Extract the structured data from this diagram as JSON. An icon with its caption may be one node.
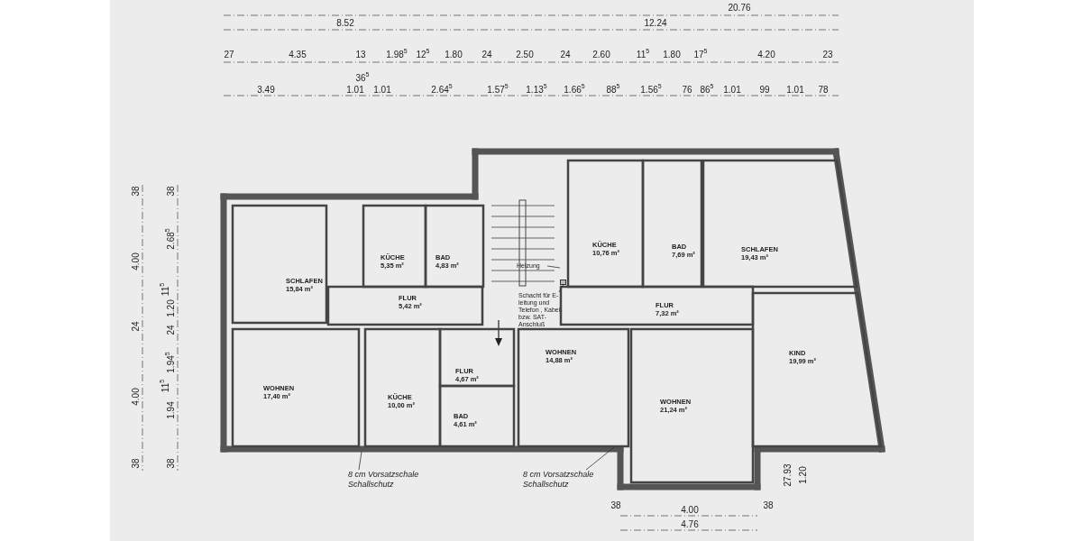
{
  "diagram": {
    "nodes": [
      {
        "text": [
          "SCHLAFEN",
          "15,84 m²"
        ]
      },
      {
        "text": [
          "KÜCHE",
          "5,35 m²"
        ]
      },
      {
        "text": [
          "BAD",
          "4,83 m²"
        ]
      },
      {
        "text": [
          "FLUR",
          "5,42 m²"
        ]
      },
      {
        "text": [
          "WOHNEN",
          "17,40 m²"
        ]
      },
      {
        "text": [
          "KÜCHE",
          "10,00 m²"
        ]
      },
      {
        "text": [
          "FLUR",
          "4,67 m²"
        ]
      },
      {
        "text": [
          "BAD",
          "4,61 m²"
        ]
      },
      {
        "text": [
          "Heizung"
        ]
      },
      {
        "text": [
          "Schacht für E-leitung und Telefon , Kabel- bzw. SAT-Anschluß"
        ]
      },
      {
        "text": [
          "KÜCHE",
          "10,76 m²"
        ]
      },
      {
        "text": [
          "BAD",
          "7,69 m²"
        ]
      },
      {
        "text": [
          "SCHLAFEN",
          "19,43 m²"
        ]
      },
      {
        "text": [
          "FLUR",
          "7,32 m²"
        ]
      },
      {
        "text": [
          "WOHNEN",
          "14,88 m²"
        ]
      },
      {
        "text": [
          "WOHNEN",
          "21,24 m²"
        ]
      },
      {
        "text": [
          "KIND",
          "19,99 m²"
        ]
      },
      {
        "text": [
          "8 cm Vorsatzschale Schallschutz"
        ]
      },
      {
        "text": [
          "8 cm Vorsatzschale Schallschutz"
        ]
      },
      {
        "text": [],
        "shape": "box"
      }
    ],
    "edges": [
      {
        "from": 8,
        "to": null,
        "arrow": "none"
      },
      {
        "from": 9,
        "to": 19,
        "arrow": "none"
      },
      {
        "from": 17,
        "to": null,
        "arrow": "none"
      },
      {
        "from": 18,
        "to": 14,
        "arrow": "none"
      }
    ],
    "labels": [
      "20.76",
      "8.52",
      "12.24",
      "27",
      "4.35",
      "13",
      "1.98$^{5}$",
      "12$^{5}$",
      "1.80",
      "24",
      "2.50",
      "24",
      "2.60",
      "11$^{5}$",
      "1.80",
      "17$^{5}$",
      "4.20",
      "23",
      "36$^{5}$",
      "3.49",
      "1.01",
      "1.01",
      "2.64$^{5}$",
      "1.57$^{5}$",
      "1.13$^{5}$",
      "1.66$^{5}$",
      "88$^{5}$",
      "1.56$^{5}$",
      "76",
      "86$^{5}$",
      "1.01",
      "99",
      "1.01",
      "78",
      "38",
      "4.00",
      "24",
      "4.00",
      "38",
      "38",
      "2.68$^{5}$",
      "11$^{5}$",
      "1.20",
      "24",
      "1.94$^{5}$",
      "11$^{5}$",
      "1.94",
      "38",
      "27.93",
      "1.20",
      "38",
      "38",
      "4.00",
      "4.76"
    ]
  }
}
